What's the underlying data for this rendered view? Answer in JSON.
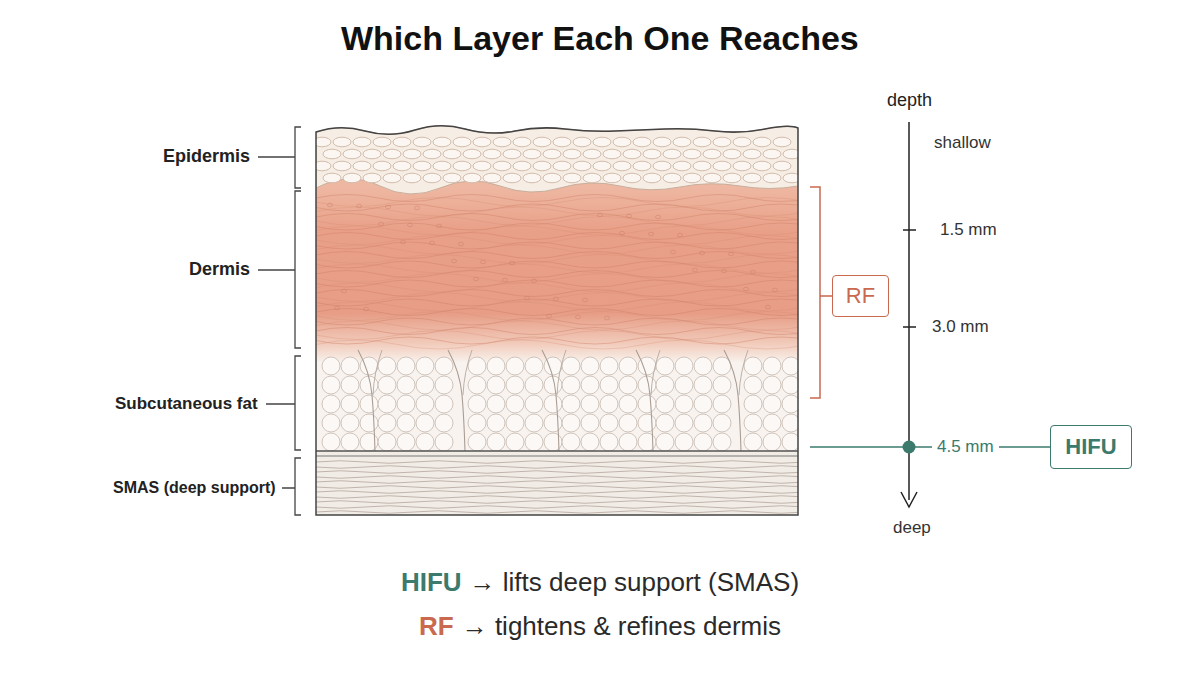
{
  "diagram": {
    "title": "Which Layer Each One Reaches",
    "nodes": [
      {
        "text": [
          "RF"
        ]
      },
      {
        "text": [
          "HIFU"
        ]
      }
    ],
    "labels": [
      "Epidermis",
      "Dermis",
      "Subcutaneous fat",
      "SMAS (deep support)",
      "depth",
      "shallow",
      "1.5 mm",
      "3.0 mm",
      "4.5 mm",
      "deep",
      "HIFU",
      "→ lifts deep support (SMAS)",
      "RF",
      "→ tightens & refines dermis"
    ]
  }
}
